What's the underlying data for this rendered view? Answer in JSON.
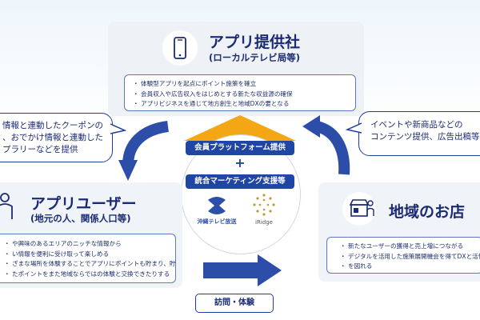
{
  "colors": {
    "navy": "#1b2b72",
    "accent_blue": "#1f46a3",
    "panel_gray": "#eef1f6",
    "roof_yellow": "#f4a714",
    "arrow_blue": "#2c4ea8"
  },
  "app_provider": {
    "title": "アプリ提供社",
    "subtitle": "(ローカルテレビ局等)",
    "icon": "smartphone-icon",
    "bullets": [
      "体験型アプリを起点にポイント施策を確立",
      "会員収入や広告収入をはじめとする新たな収益源の確保",
      "アプリビジネスを通じて地方創生と地域DXの要となる"
    ]
  },
  "app_user": {
    "title": "アプリユーザー",
    "subtitle": "(地元の人、関係人口等)",
    "icon": "person-icon",
    "bullets": [
      "や興味のあるエリアのニッチな情報から",
      "い情報を便利に受け取って楽しめる",
      "ざまな場所を体験することでアプリにポイントも貯まり、貯",
      "たポイントをまた地域ならではの体験と交換できたりする"
    ]
  },
  "local_shop": {
    "title": "地域のお店",
    "icon": "shop-icon",
    "bullets": [
      "新たなユーザーの獲得と売上増につながる",
      "デジタルを活用した施策展開機会を得てDXと活性化",
      "を図れる"
    ]
  },
  "left_bubble": {
    "lines": [
      "情報と連動したクーポンの",
      "、おでかけ情報と連動した",
      "プラリーなどを提供"
    ]
  },
  "right_bubble": {
    "lines": [
      "イベントや新商品などの",
      "コンテンツ提供、広告出稿等"
    ]
  },
  "center": {
    "pill_top": "会員プラットフォーム提供",
    "plus": "+",
    "pill_bottom": "統合マーケティング支援等",
    "partner_left": "沖縄テレビ放送",
    "partner_right": "iRidge"
  },
  "visit_label": "訪問・体験"
}
